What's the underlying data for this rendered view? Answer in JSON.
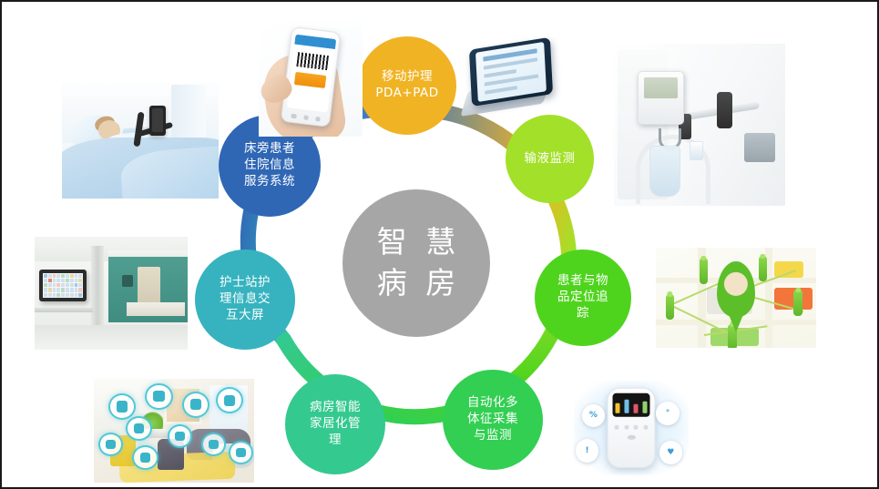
{
  "slide": {
    "background_color": "#ffffff",
    "border_color": "#1a1a1a"
  },
  "center": {
    "name": "smart-ward-center",
    "line1": "智 慧",
    "line2": "病 房",
    "color": "#a6a6a6",
    "text_color": "#ffffff"
  },
  "nodes": [
    {
      "id": "mobile-nursing",
      "label": "移动护理\nPDA+PAD",
      "color": "#f0b323",
      "angle_deg": -90
    },
    {
      "id": "infusion-monitoring",
      "label": "输液监测",
      "color": "#a3e029",
      "angle_deg": -35
    },
    {
      "id": "patient-asset-tracking",
      "label": "患者与物\n品定位追\n踪",
      "color": "#4fd41e",
      "angle_deg": 20
    },
    {
      "id": "automated-vitals",
      "label": "自动化多\n体征采集\n与监测",
      "color": "#32cf52",
      "angle_deg": 75
    },
    {
      "id": "smart-home-ward",
      "label": "病房智能\n家居化管\n理",
      "color": "#34c98f",
      "angle_deg": 128
    },
    {
      "id": "nurse-station-display",
      "label": "护士站护\n理信息交\n互大屏",
      "color": "#36b3bf",
      "angle_deg": 180
    },
    {
      "id": "bedside-info-service",
      "label": "床旁患者\n住院信息\n服务系统",
      "color": "#2f67b5",
      "angle_deg": 232
    }
  ],
  "ring": {
    "stops": [
      "#2f67b5",
      "#f0b323",
      "#a3e029",
      "#4fd41e",
      "#32cf52",
      "#34c98f",
      "#36b3bf",
      "#2f67b5"
    ],
    "stroke_width": 17
  },
  "photos": [
    {
      "id": "photo-patient-bed",
      "caption": "患者卧床与床旁终端照片"
    },
    {
      "id": "photo-nurse-station-corridor",
      "caption": "护士站走廊与壁挂大屏照片"
    },
    {
      "id": "photo-smart-home-living-room",
      "caption": "智能家居客厅与物联图标照片"
    },
    {
      "id": "photo-vital-signs-device",
      "caption": "手持多体征采集监测仪照片"
    },
    {
      "id": "photo-location-map",
      "caption": "定位追踪地图与信标照片"
    },
    {
      "id": "photo-infusion-device",
      "caption": "输液监测装置与输液袋照片"
    },
    {
      "id": "photo-phone-barcode",
      "caption": "手持手机条码扫描照片"
    },
    {
      "id": "photo-tablet-pad",
      "caption": "平板电脑护理记录照片"
    }
  ]
}
